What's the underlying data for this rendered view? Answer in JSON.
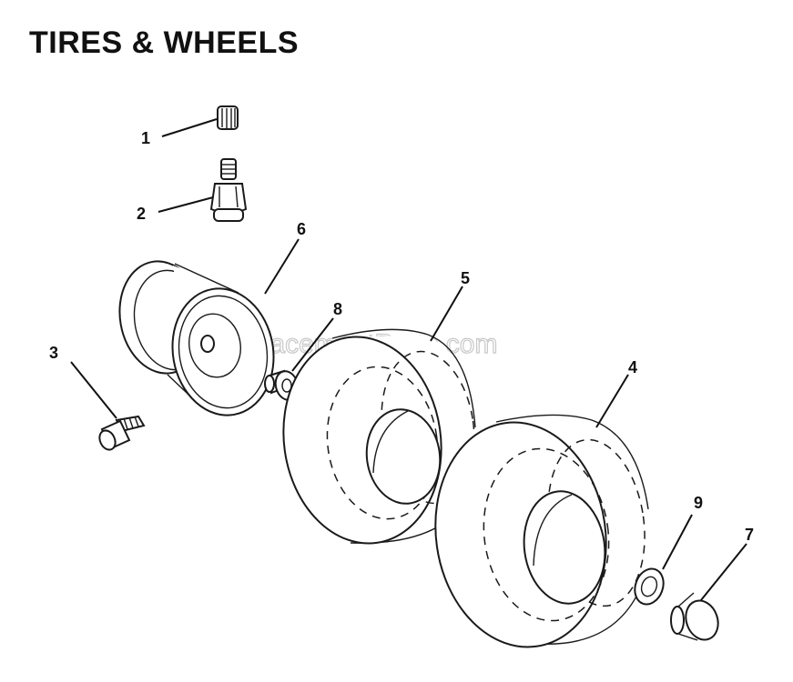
{
  "title": "TIRES & WHEELS",
  "watermark": "eReplacementParts.com",
  "callouts": {
    "c1": "1",
    "c2": "2",
    "c3": "3",
    "c4": "4",
    "c5": "5",
    "c6": "6",
    "c7": "7",
    "c8": "8",
    "c9": "9"
  }
}
